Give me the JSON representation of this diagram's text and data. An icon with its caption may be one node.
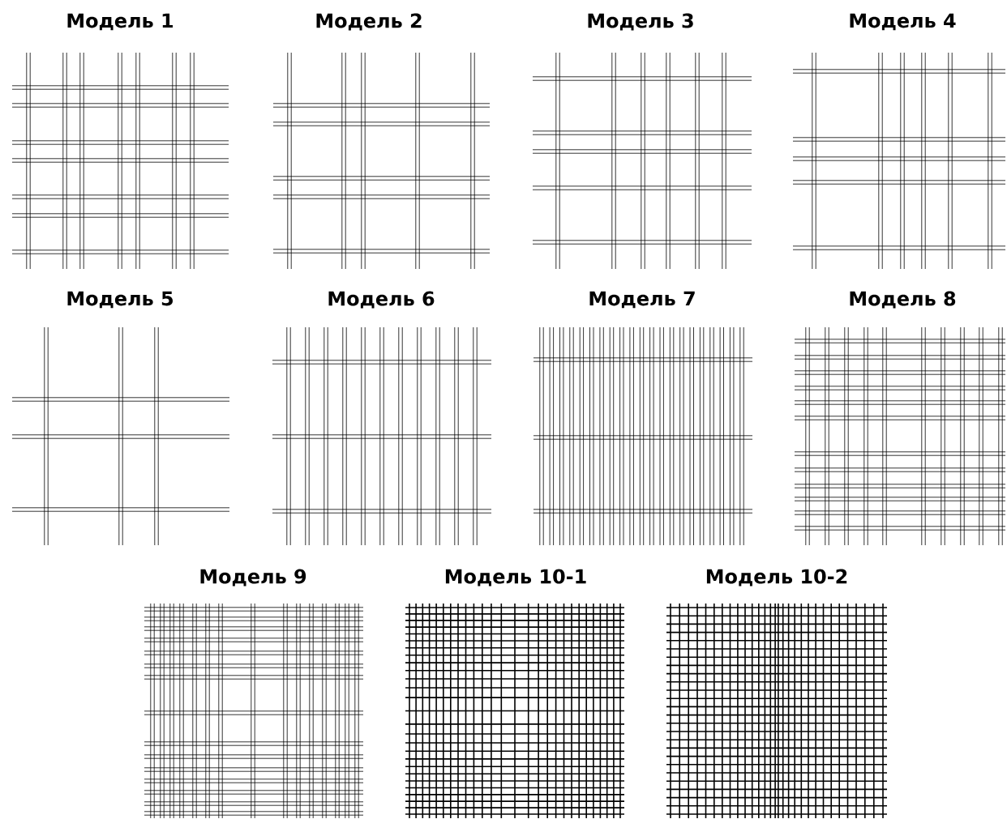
{
  "diagram": {
    "labels": [
      "Модель 1",
      "Модель 2",
      "Модель 3",
      "Модель 4",
      "Модель 5",
      "Модель 6",
      "Модель 7",
      "Модель 8",
      "Модель 9",
      "Модель 10-1",
      "Модель 10-2"
    ]
  }
}
